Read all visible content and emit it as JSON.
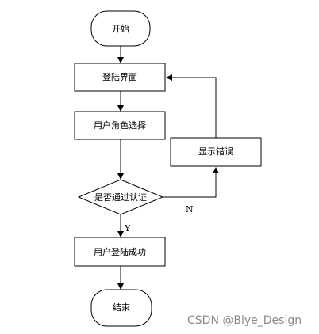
{
  "nodes": {
    "start": "开始",
    "login_page": "登陆界面",
    "role_select": "用户角色选择",
    "auth_check": "是否通过认证",
    "show_error": "显示错误",
    "login_success": "用户登陆成功",
    "end": "结束"
  },
  "edges": {
    "yes_label": "Y",
    "no_label": "N"
  },
  "watermark": "CSDN @Biye_Design"
}
